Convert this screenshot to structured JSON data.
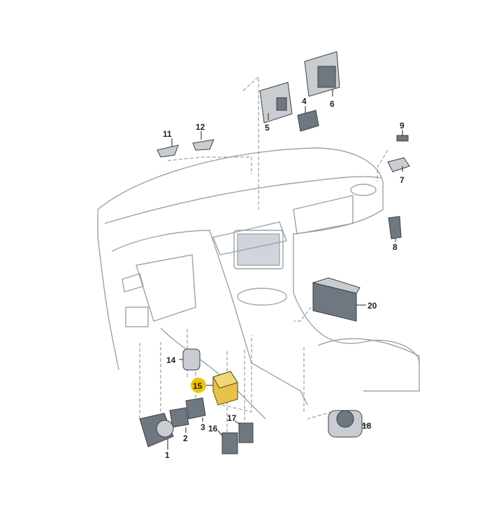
{
  "diagram": {
    "title": "Dashboard switches exploded view",
    "highlight_color": "#f0c400",
    "part_color": "#e6c24a",
    "callouts": [
      {
        "id": "1",
        "label": "1"
      },
      {
        "id": "2",
        "label": "2"
      },
      {
        "id": "3",
        "label": "3"
      },
      {
        "id": "4",
        "label": "4"
      },
      {
        "id": "5",
        "label": "5"
      },
      {
        "id": "6",
        "label": "6"
      },
      {
        "id": "7",
        "label": "7"
      },
      {
        "id": "8",
        "label": "8"
      },
      {
        "id": "9",
        "label": "9"
      },
      {
        "id": "11",
        "label": "11"
      },
      {
        "id": "12",
        "label": "12"
      },
      {
        "id": "14",
        "label": "14"
      },
      {
        "id": "15",
        "label": "15",
        "highlighted": true
      },
      {
        "id": "16",
        "label": "16"
      },
      {
        "id": "17",
        "label": "17"
      },
      {
        "id": "18",
        "label": "18"
      },
      {
        "id": "20",
        "label": "20"
      }
    ]
  }
}
